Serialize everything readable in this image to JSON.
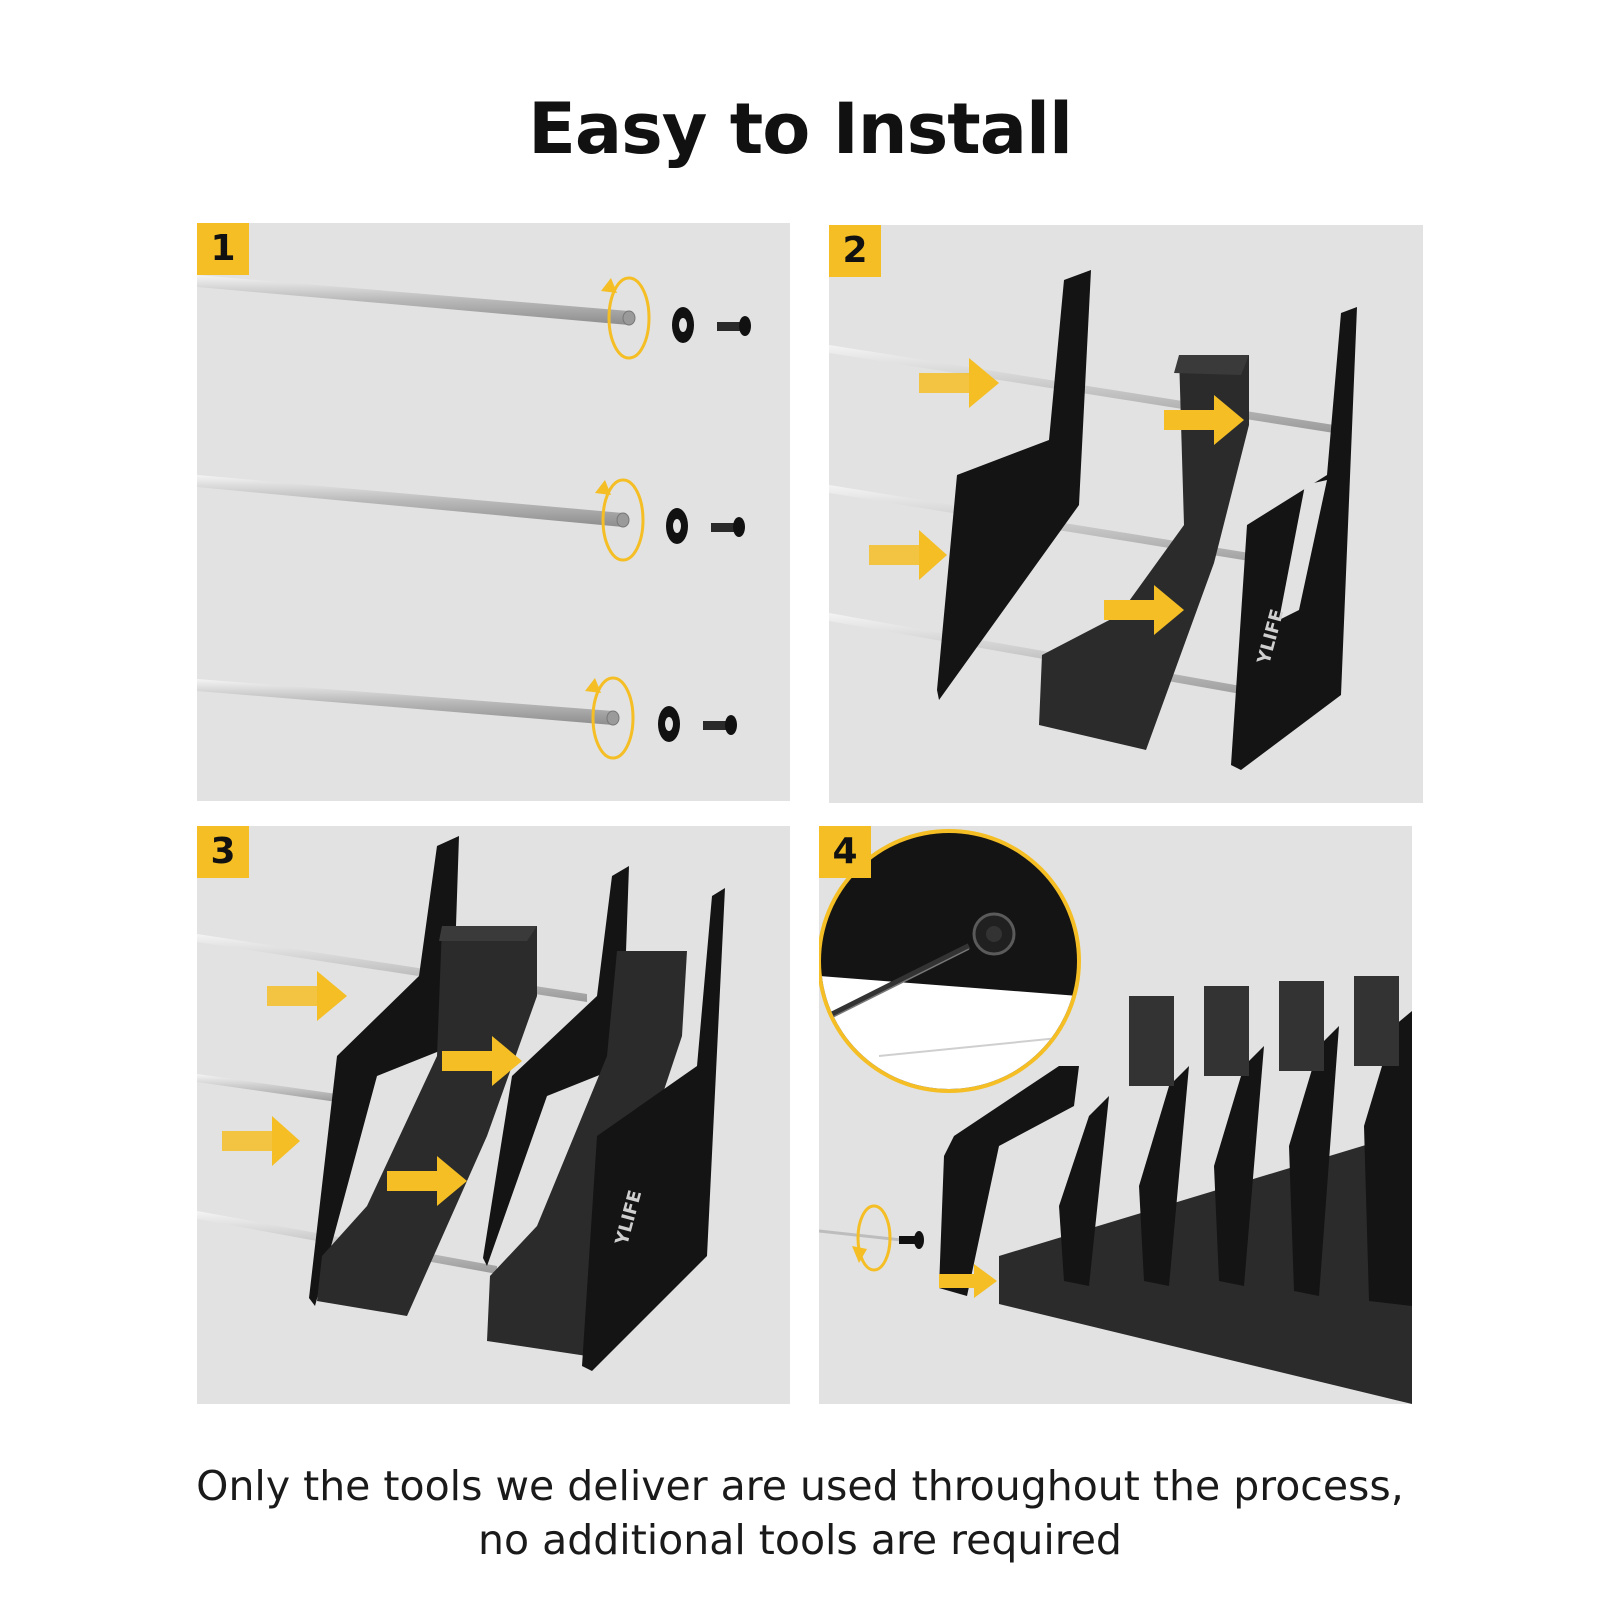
{
  "title": "Easy to Install",
  "steps": [
    {
      "number": "1"
    },
    {
      "number": "2"
    },
    {
      "number": "3"
    },
    {
      "number": "4"
    }
  ],
  "brand_mark": "YLIFE",
  "caption": {
    "line1": "Only the tools we deliver are used throughout the process,",
    "line2": "no additional tools are required"
  },
  "colors": {
    "accent": "#f4be24",
    "panel_background": "#e2e2e2",
    "product_black": "#141414",
    "foam": "#2b2b2b",
    "rod": "#c8c8c8"
  },
  "icons": [
    "rotate-arrow-icon",
    "washer-icon",
    "screw-icon",
    "push-arrow-icon",
    "magnifier-callout-icon"
  ]
}
